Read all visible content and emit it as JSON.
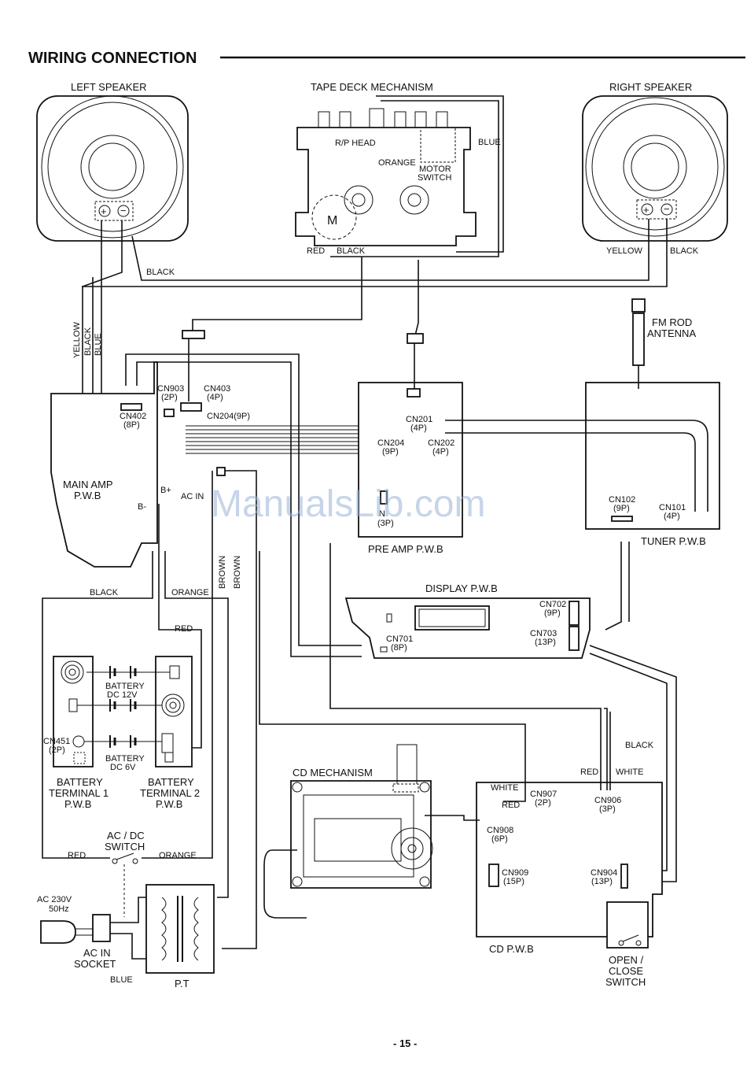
{
  "title": "WIRING CONNECTION",
  "page_number": "- 15 -",
  "watermark": "ManualsLib.com",
  "components": {
    "left_speaker": "LEFT SPEAKER",
    "right_speaker": "RIGHT SPEAKER",
    "tape_deck": "TAPE DECK MECHANISM",
    "rp_head": "R/P HEAD",
    "motor": "M",
    "motor_switch_l1": "MOTOR",
    "motor_switch_l2": "SWITCH",
    "fm_rod_l1": "FM ROD",
    "fm_rod_l2": "ANTENNA",
    "main_amp_l1": "MAIN AMP",
    "main_amp_l2": "P.W.B",
    "pre_amp": "PRE AMP P.W.B",
    "tuner": "TUNER P.W.B",
    "display": "DISPLAY P.W.B",
    "battery_12v_l1": "BATTERY",
    "battery_12v_l2": "DC 12V",
    "battery_6v_l1": "BATTERY",
    "battery_6v_l2": "DC 6V",
    "bt1_l1": "BATTERY",
    "bt1_l2": "TERMINAL 1",
    "bt1_l3": "P.W.B",
    "bt2_l1": "BATTERY",
    "bt2_l2": "TERMINAL 2",
    "bt2_l3": "P.W.B",
    "acdc_l1": "AC / DC",
    "acdc_l2": "SWITCH",
    "ac_power_l1": "AC 230V",
    "ac_power_l2": "50Hz",
    "ac_socket_l1": "AC IN",
    "ac_socket_l2": "SOCKET",
    "pt": "P.T",
    "cd_mech": "CD MECHANISM",
    "cd_pwb": "CD P.W.B",
    "open_close_l1": "OPEN /",
    "open_close_l2": "CLOSE",
    "open_close_l3": "SWITCH"
  },
  "connectors": {
    "cn402_a": "CN402",
    "cn402_b": "(8P)",
    "cn903_a": "CN903",
    "cn903_b": "(2P)",
    "cn403_a": "CN403",
    "cn403_b": "(4P)",
    "cn204_main": "CN204(9P)",
    "cn201_a": "CN201",
    "cn201_b": "(4P)",
    "cn204_a": "CN204",
    "cn204_b": "(9P)",
    "cn202_a": "CN202",
    "cn202_b": "(4P)",
    "cn203_a": "N",
    "cn203_b": "(3P)",
    "cn102_a": "CN102",
    "cn102_b": "(9P)",
    "cn101_a": "CN101",
    "cn101_b": "(4P)",
    "cn702_a": "CN702",
    "cn702_b": "(9P)",
    "cn703_a": "CN703",
    "cn703_b": "(13P)",
    "cn701_a": "CN701",
    "cn701_b": "(8P)",
    "cn451_a": "CN451",
    "cn451_b": "(2P)",
    "cn907_a": "CN907",
    "cn907_b": "(2P)",
    "cn906_a": "CN906",
    "cn906_b": "(3P)",
    "cn908_a": "CN908",
    "cn908_b": "(6P)",
    "cn909_a": "CN909",
    "cn909_b": "(15P)",
    "cn904_a": "CN904",
    "cn904_b": "(13P)",
    "b_plus": "B+",
    "b_minus": "B-",
    "ac_in": "AC IN"
  },
  "wires": {
    "black_top": "BLACK",
    "yellow_v": "YELLOW",
    "black_v": "BLACK",
    "blue_v": "BLUE",
    "orange_tape": "ORANGE",
    "blue_tape": "BLUE",
    "red_motor": "RED",
    "black_motor": "BLACK",
    "yellow_right": "YELLOW",
    "black_right": "BLACK",
    "black_mid": "BLACK",
    "orange_mid": "ORANGE",
    "brown_1": "BROWN",
    "brown_2": "BROWN",
    "red_batt": "RED",
    "red_switch": "RED",
    "orange_switch": "ORANGE",
    "blue_socket": "BLUE",
    "black_cn906": "BLACK",
    "red_cn906": "RED",
    "white_cn906": "WHITE",
    "white_cn907": "WHITE",
    "red_cn907": "RED"
  }
}
